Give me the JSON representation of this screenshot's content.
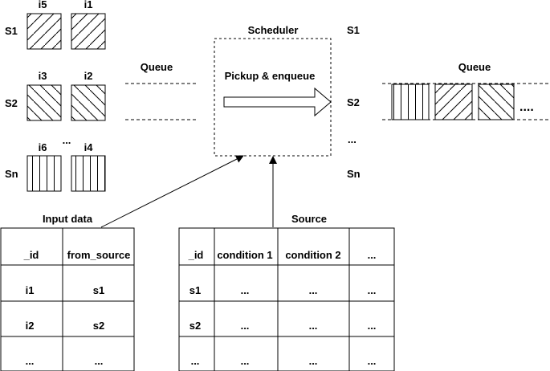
{
  "scheduler": {
    "title": "Scheduler",
    "action": "Pickup & enqueue"
  },
  "left_queues": [
    {
      "label": "S1",
      "items": [
        "i5",
        "i1"
      ]
    },
    {
      "label": "S2",
      "items": [
        "i3",
        "i2"
      ]
    },
    {
      "label": "Sn",
      "items": [
        "i6",
        "i4"
      ]
    }
  ],
  "left_gap": "...",
  "queue_left_label": "Queue",
  "right_source_labels": [
    "S1",
    "S2",
    "...",
    "Sn"
  ],
  "queue_right": {
    "label": "Queue",
    "ellipsis": "...."
  },
  "input_table": {
    "title": "Input data",
    "headers": [
      "_id",
      "from_source"
    ],
    "rows": [
      [
        "i1",
        "s1"
      ],
      [
        "i2",
        "s2"
      ],
      [
        "...",
        "..."
      ]
    ]
  },
  "source_table": {
    "title": "Source",
    "headers": [
      "_id",
      "condition 1",
      "condition 2",
      "..."
    ],
    "rows": [
      [
        "s1",
        "...",
        "...",
        "..."
      ],
      [
        "s2",
        "...",
        "...",
        "..."
      ],
      [
        "...",
        "...",
        "...",
        "..."
      ]
    ]
  },
  "colors": {
    "line": "#000000",
    "background": "#ffffff"
  }
}
